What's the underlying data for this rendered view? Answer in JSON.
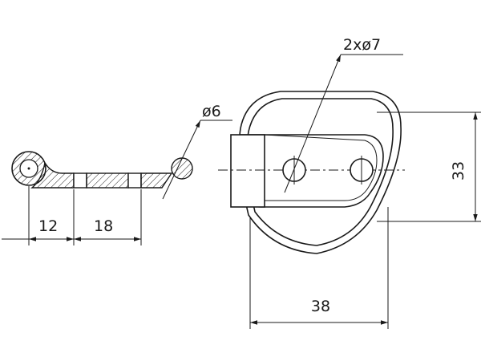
{
  "dimensions": {
    "left_width": "12",
    "middle_width": "18",
    "hole_small": "ø6",
    "holes": "2xø7",
    "height": "33",
    "width": "38"
  }
}
